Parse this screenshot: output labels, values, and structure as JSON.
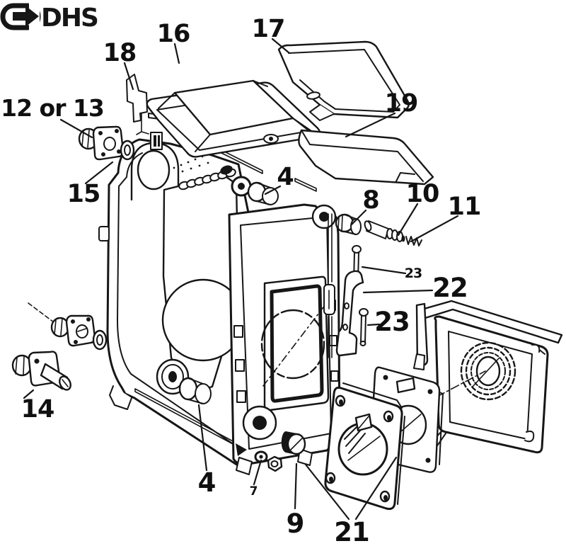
{
  "logo": {
    "brand": "DHS",
    "icon": "right-arrow-icon"
  },
  "diagram": {
    "type": "exploded-parts-diagram",
    "callouts": [
      {
        "label": "12 or 13",
        "part": "flanged-fitting-upper-left"
      },
      {
        "label": "15",
        "part": "sealing-washer-upper-left"
      },
      {
        "label": "16",
        "part": "top-cover"
      },
      {
        "label": "17",
        "part": "rear-top-cover"
      },
      {
        "label": "18",
        "part": "retaining-bracket"
      },
      {
        "label": "19",
        "part": "baffle-plate"
      },
      {
        "label": "4",
        "part": "upper-bushing"
      },
      {
        "label": "8",
        "part": "threaded-plug"
      },
      {
        "label": "10",
        "part": "valve-rod"
      },
      {
        "label": "11",
        "part": "spring"
      },
      {
        "label": "23",
        "part": "upper-bolt"
      },
      {
        "label": "22",
        "part": "link-bracket"
      },
      {
        "label": "23",
        "part": "lower-bolt"
      },
      {
        "label": "14",
        "part": "flanged-fitting-lower-left"
      },
      {
        "label": "4",
        "part": "lower-bushing"
      },
      {
        "label": "7",
        "part": "small-washer"
      },
      {
        "label": "9",
        "part": "lower-plug"
      },
      {
        "label": "21",
        "part": "square-flange-plates"
      }
    ]
  },
  "colors": {
    "ink": "#161616",
    "background": "#ffffff"
  }
}
